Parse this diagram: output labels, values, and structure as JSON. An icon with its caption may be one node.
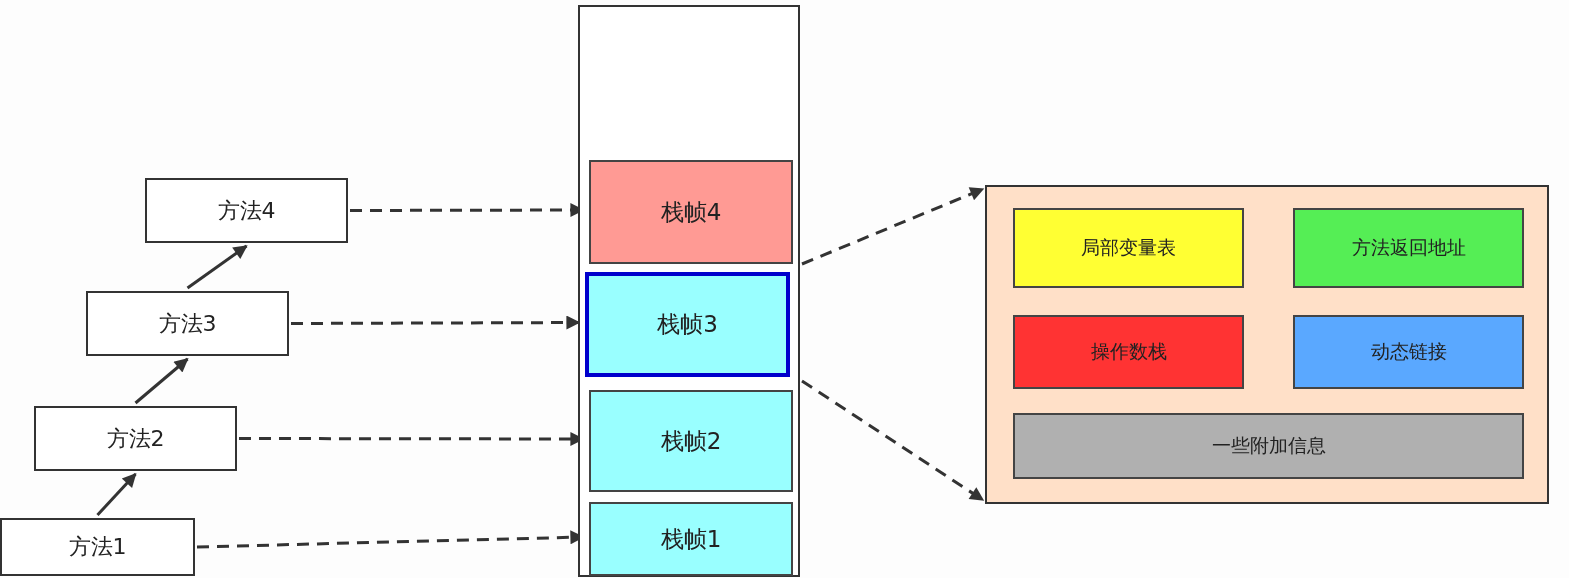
{
  "diagram": {
    "nodes": [
      {
        "text": [
          "方法4"
        ]
      },
      {
        "text": [
          "方法3"
        ]
      },
      {
        "text": [
          "方法2"
        ]
      },
      {
        "text": [
          "方法1"
        ]
      },
      {
        "text": [],
        "shape": "box"
      },
      {
        "text": [
          "栈帧4"
        ],
        "in": 4
      },
      {
        "text": [
          "栈帧3"
        ],
        "in": 4
      },
      {
        "text": [
          "栈帧2"
        ],
        "in": 4
      },
      {
        "text": [
          "栈帧1"
        ],
        "in": 4
      },
      {
        "text": [],
        "shape": "box"
      },
      {
        "text": [
          "局部变量表"
        ],
        "in": 9
      },
      {
        "text": [
          "方法返回地址"
        ],
        "in": 9
      },
      {
        "text": [
          "操作数栈"
        ],
        "in": 9
      },
      {
        "text": [
          "动态链接"
        ],
        "in": 9
      },
      {
        "text": [
          "一些附加信息"
        ],
        "in": 9
      }
    ],
    "edges": [
      {
        "from": 3,
        "to": 2,
        "arrow": "to"
      },
      {
        "from": 2,
        "to": 1,
        "arrow": "to"
      },
      {
        "from": 1,
        "to": 0,
        "arrow": "to"
      },
      {
        "from": 0,
        "to": 5,
        "arrow": "to",
        "style": "dashed"
      },
      {
        "from": 1,
        "to": 6,
        "arrow": "to",
        "style": "dashed"
      },
      {
        "from": 2,
        "to": 7,
        "arrow": "to",
        "style": "dashed"
      },
      {
        "from": 3,
        "to": 8,
        "arrow": "to",
        "style": "dashed"
      },
      {
        "from": 6,
        "to": 9,
        "arrow": "to",
        "style": "dashed"
      },
      {
        "from": 6,
        "to": 9,
        "arrow": "to",
        "style": "dashed"
      }
    ]
  }
}
